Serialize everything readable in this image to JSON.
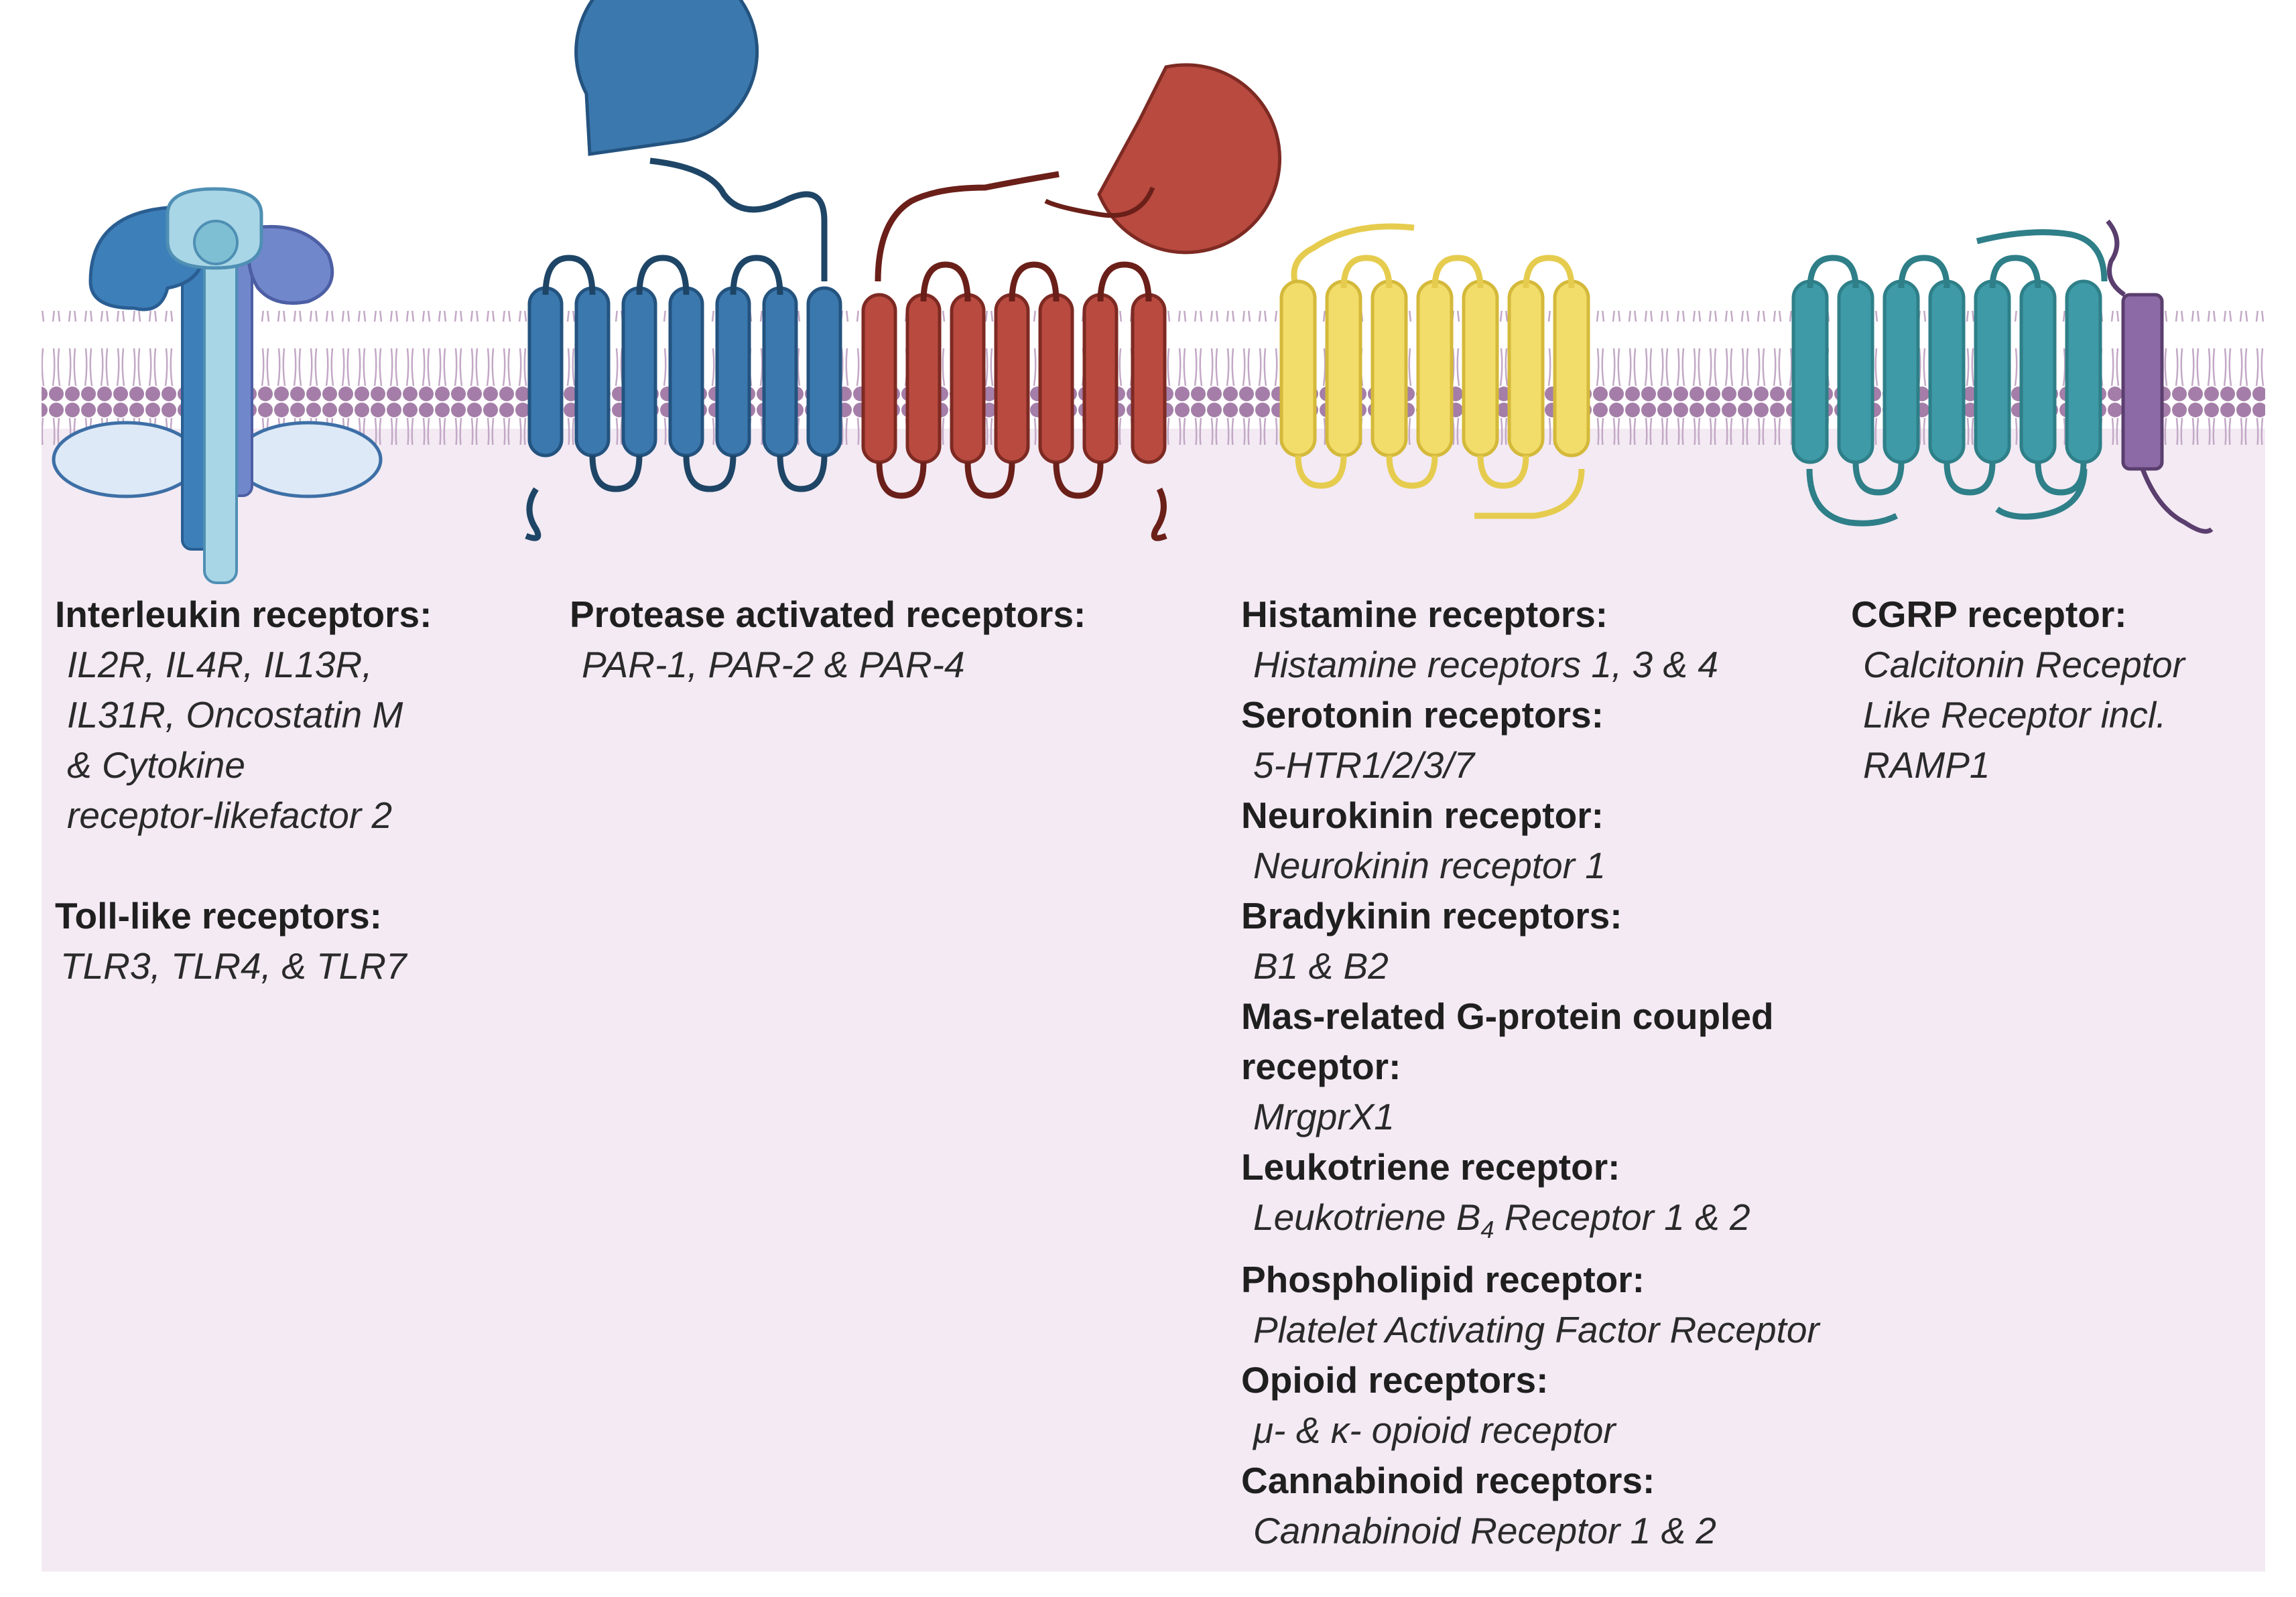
{
  "colors": {
    "cytoplasm": "#f3eaf3",
    "membrane_head": "#a47ea8",
    "interleukin_dark": "#3d7fb9",
    "interleukin_light": "#a9d6e6",
    "interleukin_violet": "#7187cc",
    "par_blue": "#3a78ae",
    "par_red": "#b94a3f",
    "yellow_gpcr": "#f2dc6a",
    "teal_gpcr": "#3d9aa6",
    "ramp_purple": "#8c6aa6"
  },
  "receptors": [
    {
      "name": "interleukin-receptor",
      "icon": "cytokine-receptor-complex-icon"
    },
    {
      "name": "par-blue",
      "icon": "protease-activated-receptor-icon"
    },
    {
      "name": "par-red",
      "icon": "protease-activated-receptor-icon"
    },
    {
      "name": "yellow-gpcr",
      "icon": "seven-transmembrane-receptor-icon"
    },
    {
      "name": "cgrp",
      "icon": "calcitonin-receptor-ramp-icon"
    }
  ],
  "col1": {
    "h1": "Interleukin receptors:",
    "l1": [
      "IL2R, IL4R, IL13R,",
      "IL31R, Oncostatin M",
      "& Cytokine",
      "receptor-likefactor 2"
    ],
    "h2": "Toll-like receptors:",
    "l2": "TLR3, TLR4, & TLR7"
  },
  "col2": {
    "h1": "Protease activated receptors:",
    "l1": "PAR-1, PAR-2 & PAR-4"
  },
  "col3": {
    "histamine_h": "Histamine receptors:",
    "histamine_v": "Histamine receptors 1, 3 & 4",
    "serotonin_h": "Serotonin receptors:",
    "serotonin_v": "5-HTR1/2/3/7",
    "neurokinin_h": "Neurokinin receptor:",
    "neurokinin_v": "Neurokinin receptor 1",
    "bradykinin_h": "Bradykinin receptors:",
    "bradykinin_v": "B1 & B2",
    "mas_h1": "Mas-related G-protein coupled",
    "mas_h2": "receptor:",
    "mas_v": "MrgprX1",
    "leuko_h": "Leukotriene receptor:",
    "leuko_v_pre": "Leukotriene B",
    "leuko_v_sub": "4",
    "leuko_v_post": " Receptor 1 & 2",
    "phospho_h": "Phospholipid receptor:",
    "phospho_v": "Platelet Activating Factor Receptor",
    "opioid_h": "Opioid receptors:",
    "opioid_v": "μ- & κ-  opioid receptor",
    "canna_h": "Cannabinoid receptors:",
    "canna_v": "Cannabinoid Receptor 1 & 2"
  },
  "col4": {
    "h1": "CGRP receptor:",
    "l1": [
      "Calcitonin Receptor",
      "Like Receptor incl.",
      "RAMP1"
    ]
  }
}
